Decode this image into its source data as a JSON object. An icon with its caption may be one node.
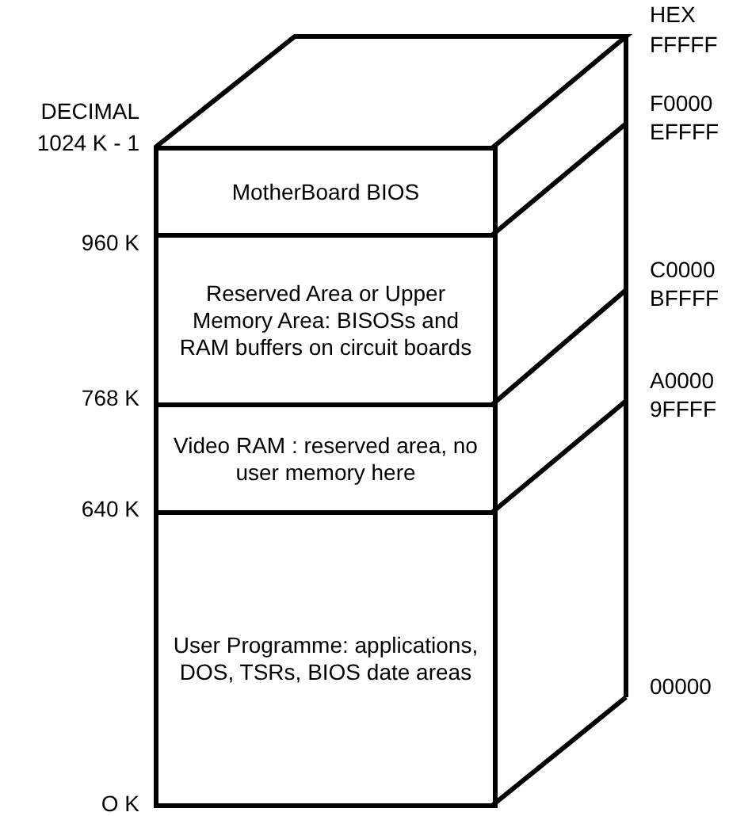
{
  "diagram": {
    "nodes": [
      {
        "text": [
          "MotherBoard BIOS"
        ]
      },
      {
        "text": [
          "Reserved Area or Upper Memory Area: BISOSs and RAM buffers on circuit boards"
        ]
      },
      {
        "text": [
          "Video RAM : reserved area, no user memory here"
        ]
      },
      {
        "text": [
          "User Programme: applications, DOS, TSRs, BIOS date areas"
        ]
      }
    ],
    "edges": [],
    "labels": [
      "HEX",
      "FFFFF",
      "F0000",
      "DECIMAL",
      "EFFFF",
      "1024 K - 1",
      "960 K",
      "C0000",
      "BFFFF",
      "768 K",
      "A0000",
      "9FFFF",
      "640 K",
      "00000",
      "O K"
    ]
  }
}
